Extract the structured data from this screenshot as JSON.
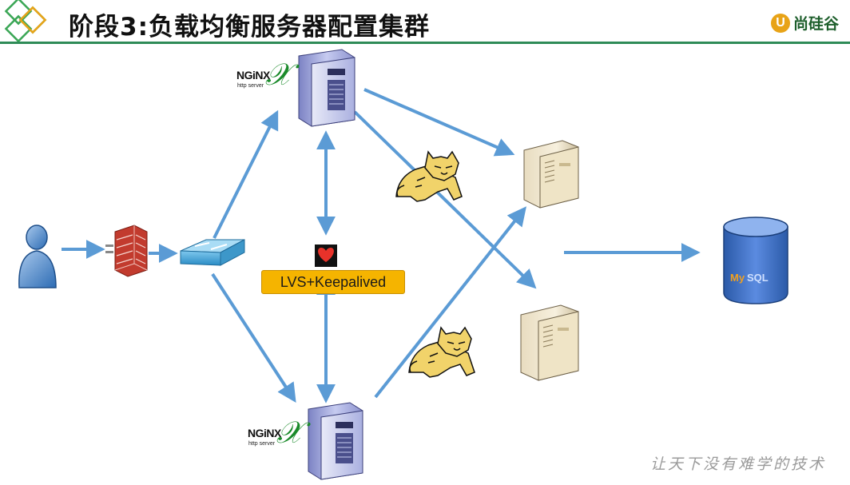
{
  "header": {
    "title": "阶段3:负载均衡服务器配置集群",
    "brand_mark": "U",
    "brand_name": "尚硅谷"
  },
  "diagram": {
    "lvs_label": "LVS+Keepalived",
    "nginx_top": {
      "name": "NGiNX",
      "sub": "http server"
    },
    "nginx_bottom": {
      "name": "NGiNX",
      "sub": "http server"
    },
    "mysql": {
      "name_a": "My",
      "name_b": "SQL"
    }
  },
  "footer": {
    "slogan": "让天下没有难学的技术"
  },
  "colors": {
    "arrow": "#5b9bd5",
    "rule": "#2e8b57",
    "lvs_bg": "#f5b400",
    "brand": "#e8a317"
  }
}
